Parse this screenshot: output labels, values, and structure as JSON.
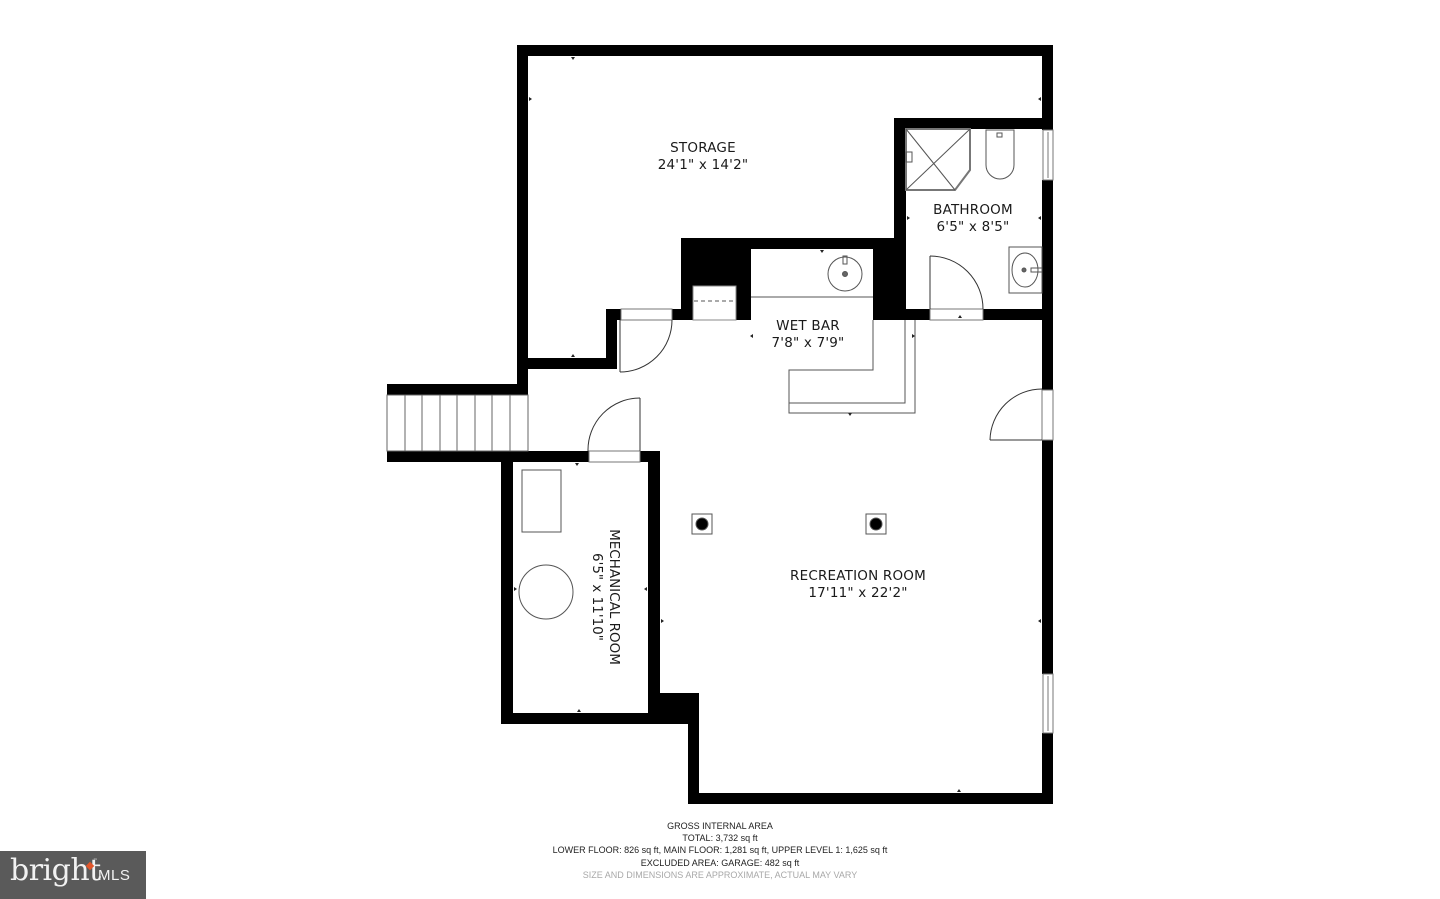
{
  "floorplan": {
    "rooms": [
      {
        "id": "storage",
        "name": "STORAGE",
        "dimensions": "24'1\" x 14'2\""
      },
      {
        "id": "bathroom",
        "name": "BATHROOM",
        "dimensions": "6'5\" x 8'5\""
      },
      {
        "id": "wet-bar",
        "name": "WET BAR",
        "dimensions": "7'8\" x 7'9\""
      },
      {
        "id": "mechanical-room",
        "name": "MECHANICAL ROOM",
        "dimensions": "6'5\" x 11'10\""
      },
      {
        "id": "recreation-room",
        "name": "RECREATION ROOM",
        "dimensions": "17'11\" x 22'2\""
      }
    ],
    "colors": {
      "wall": "#000000",
      "fixture_line": "#555555",
      "background": "#ffffff"
    }
  },
  "footer": {
    "title": "GROSS INTERNAL AREA",
    "total": "TOTAL: 3,732 sq ft",
    "breakdown": "LOWER FLOOR: 826 sq ft, MAIN FLOOR: 1,281 sq ft, UPPER LEVEL 1: 1,625 sq ft",
    "excluded": "EXCLUDED AREA: GARAGE: 482 sq ft",
    "disclaimer": "SIZE AND DIMENSIONS ARE APPROXIMATE, ACTUAL MAY VARY"
  },
  "brand": {
    "word": "bright",
    "suffix": "MLS",
    "tm": "™",
    "accent": "#e2562b",
    "background": "#5a5a5a"
  }
}
